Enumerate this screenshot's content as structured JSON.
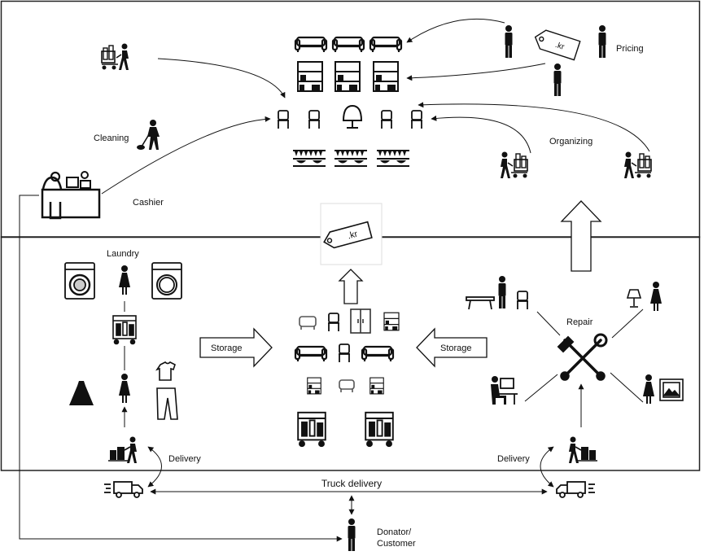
{
  "labels": {
    "pricing": "Pricing",
    "cleaning": "Cleaning",
    "cashier": "Cashier",
    "organizing": "Organizing",
    "laundry": "Laundry",
    "storage_left": "Storage",
    "storage_right": "Storage",
    "repair": "Repair",
    "delivery_left": "Delivery",
    "delivery_right": "Delivery",
    "truck_delivery": "Truck delivery",
    "donator_line1": "Donator/",
    "donator_line2": "Customer",
    "price_tag_top": ".kr",
    "price_tag_center": ".kr"
  },
  "colors": {
    "ink": "#111111",
    "border": "#222222",
    "background": "#ffffff"
  },
  "icons": [
    "person-icon",
    "price-tag-icon",
    "sofa-icon",
    "bookshelf-icon",
    "chair-icon",
    "armchair-icon",
    "tableware-shelf-icon",
    "cleaning-person-icon",
    "cashier-desk-icon",
    "trolley-worker-icon",
    "washing-machine-icon",
    "dryer-icon",
    "laundry-cart-icon",
    "dress-icon",
    "shirt-icon",
    "trousers-icon",
    "wardrobe-icon",
    "table-icon",
    "lamp-icon",
    "picture-frame-icon",
    "tools-icon",
    "computer-worker-icon",
    "delivery-worker-icon",
    "truck-icon",
    "arrow-up-icon",
    "arrow-right-icon",
    "arrow-left-icon"
  ]
}
